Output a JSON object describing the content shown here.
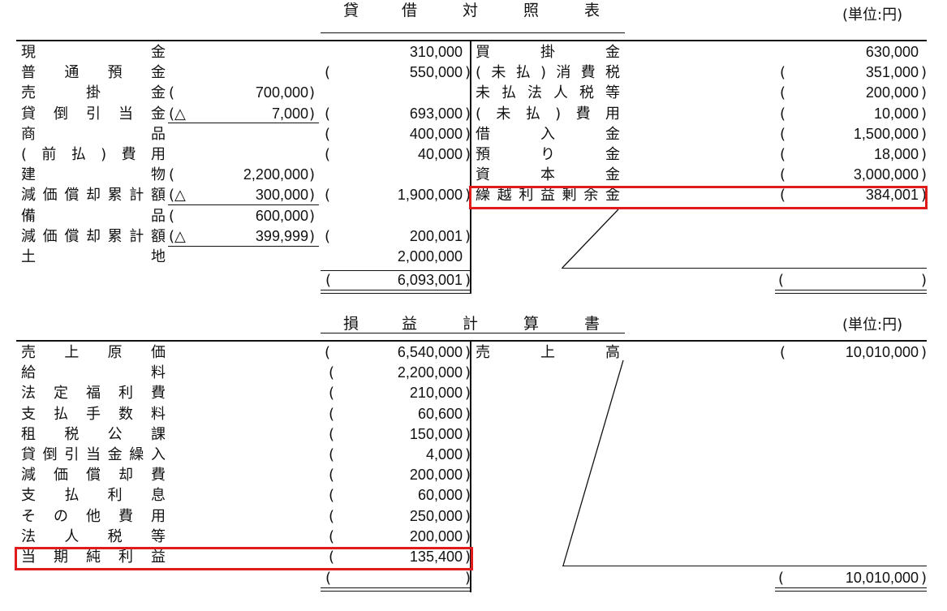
{
  "balance_sheet": {
    "title_chars": [
      "貸",
      "借",
      "対",
      "照",
      "表"
    ],
    "unit": "(単位:円)",
    "assets": [
      {
        "label": "現金",
        "chars": [
          "現",
          "金"
        ],
        "sub_open": "",
        "sub_value": "",
        "sub_close": "",
        "open": "",
        "value": "310,000",
        "close": ""
      },
      {
        "label": "普通預金",
        "chars": [
          "普",
          "通",
          "預",
          "金"
        ],
        "sub_open": "",
        "sub_value": "",
        "sub_close": "",
        "open": "(",
        "value": "550,000",
        "close": ")"
      },
      {
        "label": "売掛金",
        "chars": [
          "売",
          "掛",
          "金"
        ],
        "sub_open": "(",
        "sub_value": "700,000",
        "sub_close": ")",
        "open": "",
        "value": "",
        "close": ""
      },
      {
        "label": "貸倒引当金",
        "chars": [
          "貸",
          "倒",
          "引",
          "当",
          "金"
        ],
        "sub_open": "(△",
        "sub_value": "7,000",
        "sub_close": ")",
        "open": "(",
        "value": "693,000",
        "close": ")"
      },
      {
        "label": "商品",
        "chars": [
          "商",
          "品"
        ],
        "sub_open": "",
        "sub_value": "",
        "sub_close": "",
        "open": "(",
        "value": "400,000",
        "close": ")"
      },
      {
        "label": "(前払)費用",
        "chars": [
          "(",
          "前",
          "払",
          ")",
          "費",
          "用"
        ],
        "sub_open": "",
        "sub_value": "",
        "sub_close": "",
        "open": "(",
        "value": "40,000",
        "close": ")"
      },
      {
        "label": "建物",
        "chars": [
          "建",
          "物"
        ],
        "sub_open": "(",
        "sub_value": "2,200,000",
        "sub_close": ")",
        "open": "",
        "value": "",
        "close": ""
      },
      {
        "label": "減価償却累計額",
        "chars": [
          "減",
          "価",
          "償",
          "却",
          "累",
          "計",
          "額"
        ],
        "sub_open": "(△",
        "sub_value": "300,000",
        "sub_close": ")",
        "open": "(",
        "value": "1,900,000",
        "close": ")"
      },
      {
        "label": "備品",
        "chars": [
          "備",
          "品"
        ],
        "sub_open": "(",
        "sub_value": "600,000",
        "sub_close": ")",
        "open": "",
        "value": "",
        "close": ""
      },
      {
        "label": "減価償却累計額",
        "chars": [
          "減",
          "価",
          "償",
          "却",
          "累",
          "計",
          "額"
        ],
        "sub_open": "(△",
        "sub_value": "399,999",
        "sub_close": ")",
        "open": "(",
        "value": "200,001",
        "close": ")"
      },
      {
        "label": "土地",
        "chars": [
          "土",
          "地"
        ],
        "sub_open": "",
        "sub_value": "",
        "sub_close": "",
        "open": "",
        "value": "2,000,000",
        "close": ""
      }
    ],
    "liabilities_equity": [
      {
        "label": "買掛金",
        "chars": [
          "買",
          "掛",
          "金"
        ],
        "open": "",
        "value": "630,000",
        "close": ""
      },
      {
        "label": "(未払)消費税",
        "chars": [
          "(",
          "未",
          "払",
          ")",
          "消",
          "費",
          "税"
        ],
        "open": "(",
        "value": "351,000",
        "close": ")"
      },
      {
        "label": "未払法人税等",
        "chars": [
          "未",
          "払",
          "法",
          "人",
          "税",
          "等"
        ],
        "open": "(",
        "value": "200,000",
        "close": ")"
      },
      {
        "label": "(未払)費用",
        "chars": [
          "(",
          "未",
          "払",
          ")",
          "費",
          "用"
        ],
        "open": "(",
        "value": "10,000",
        "close": ")"
      },
      {
        "label": "借入金",
        "chars": [
          "借",
          "入",
          "金"
        ],
        "open": "(",
        "value": "1,500,000",
        "close": ")"
      },
      {
        "label": "預り金",
        "chars": [
          "預",
          "り",
          "金"
        ],
        "open": "(",
        "value": "18,000",
        "close": ")"
      },
      {
        "label": "資本金",
        "chars": [
          "資",
          "本",
          "金"
        ],
        "open": "(",
        "value": "3,000,000",
        "close": ")"
      },
      {
        "label": "繰越利益剰余金",
        "chars": [
          "繰",
          "越",
          "利",
          "益",
          "剰",
          "余",
          "金"
        ],
        "open": "(",
        "value": "384,001",
        "close": ")",
        "highlighted": true
      }
    ],
    "total_left": {
      "open": "(",
      "value": "6,093,001",
      "close": ")"
    },
    "total_right": {
      "open": "(",
      "value": "",
      "close": ")"
    }
  },
  "income_statement": {
    "title_chars": [
      "損",
      "益",
      "計",
      "算",
      "書"
    ],
    "unit": "(単位:円)",
    "expenses": [
      {
        "label": "売上原価",
        "chars": [
          "売",
          "上",
          "原",
          "価"
        ],
        "open": "(",
        "value": "6,540,000",
        "close": ")"
      },
      {
        "label": "給料",
        "chars": [
          "給",
          "料"
        ],
        "open": "(",
        "value": "2,200,000",
        "close": ")"
      },
      {
        "label": "法定福利費",
        "chars": [
          "法",
          "定",
          "福",
          "利",
          "費"
        ],
        "open": "(",
        "value": "210,000",
        "close": ")"
      },
      {
        "label": "支払手数料",
        "chars": [
          "支",
          "払",
          "手",
          "数",
          "料"
        ],
        "open": "(",
        "value": "60,600",
        "close": ")"
      },
      {
        "label": "租税公課",
        "chars": [
          "租",
          "税",
          "公",
          "課"
        ],
        "open": "(",
        "value": "150,000",
        "close": ")"
      },
      {
        "label": "貸倒引当金繰入",
        "chars": [
          "貸",
          "倒",
          "引",
          "当",
          "金",
          "繰",
          "入"
        ],
        "open": "(",
        "value": "4,000",
        "close": ")"
      },
      {
        "label": "減価償却費",
        "chars": [
          "減",
          "価",
          "償",
          "却",
          "費"
        ],
        "open": "(",
        "value": "200,000",
        "close": ")"
      },
      {
        "label": "支払利息",
        "chars": [
          "支",
          "払",
          "利",
          "息"
        ],
        "open": "(",
        "value": "60,000",
        "close": ")"
      },
      {
        "label": "その他費用",
        "chars": [
          "そ",
          "の",
          "他",
          "費",
          "用"
        ],
        "open": "(",
        "value": "250,000",
        "close": ")"
      },
      {
        "label": "法人税等",
        "chars": [
          "法",
          "人",
          "税",
          "等"
        ],
        "open": "(",
        "value": "200,000",
        "close": ")"
      },
      {
        "label": "当期純利益",
        "chars": [
          "当",
          "期",
          "純",
          "利",
          "益"
        ],
        "open": "(",
        "value": "135,400",
        "close": ")",
        "highlighted": true
      }
    ],
    "revenues": [
      {
        "label": "売上高",
        "chars": [
          "売",
          "上",
          "高"
        ],
        "open": "(",
        "value": "10,010,000",
        "close": ")"
      }
    ],
    "total_left": {
      "open": "(",
      "value": "",
      "close": ")"
    },
    "total_right": {
      "open": "(",
      "value": "10,010,000",
      "close": ")"
    }
  },
  "colors": {
    "highlight": "#e01b1b",
    "ink": "#111111",
    "background": "#ffffff"
  }
}
